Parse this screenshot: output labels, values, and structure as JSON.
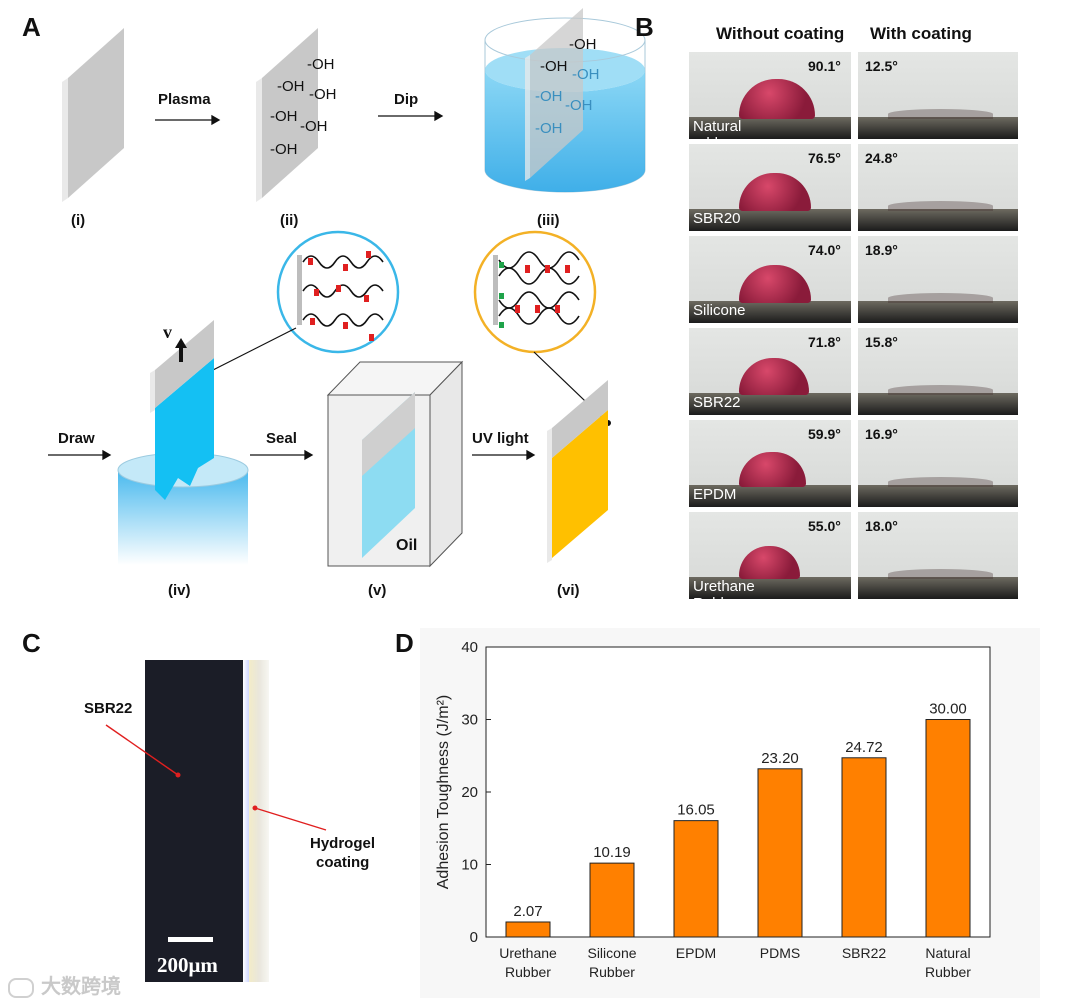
{
  "panels": {
    "a": "A",
    "b": "B",
    "c": "C",
    "d": "D"
  },
  "panel_a": {
    "steps": [
      "(i)",
      "(ii)",
      "(iii)",
      "(iv)",
      "(v)",
      "(vi)"
    ],
    "arrows": [
      "Plasma",
      "Dip",
      "Draw",
      "Seal",
      "UV light"
    ],
    "hydroxyl": "-OH",
    "velocity": "v",
    "oil": "Oil",
    "colors": {
      "plate": "#c8c8c8",
      "water": "#3fb6ea",
      "hydrogel": "#1ec0f2",
      "cured": "#ffc000",
      "oil_box": "#8ddcf2"
    }
  },
  "panel_b": {
    "col_without": "Without coating",
    "col_with": "With coating",
    "rows": [
      {
        "material": "Natural rubber",
        "without": "90.1°",
        "with": "12.5°"
      },
      {
        "material": "SBR20",
        "without": "76.5°",
        "with": "24.8°"
      },
      {
        "material": "Silicone",
        "without": "74.0°",
        "with": "18.9°"
      },
      {
        "material": "SBR22",
        "without": "71.8°",
        "with": "15.8°"
      },
      {
        "material": "EPDM",
        "without": "59.9°",
        "with": "16.9°"
      },
      {
        "material": "Urethane Rubber",
        "without": "55.0°",
        "with": "18.0°"
      }
    ]
  },
  "panel_c": {
    "sample": "SBR22",
    "coating_line1": "Hydrogel",
    "coating_line2": "coating",
    "scale": "200μm"
  },
  "watermark": "大数跨境",
  "chart_data": {
    "type": "bar",
    "categories": [
      [
        "Urethane",
        "Rubber"
      ],
      [
        "Silicone",
        "Rubber"
      ],
      [
        "EPDM"
      ],
      [
        "PDMS"
      ],
      [
        "SBR22"
      ],
      [
        "Natural",
        "Rubber"
      ]
    ],
    "values": [
      2.07,
      10.19,
      16.05,
      23.2,
      24.72,
      30.0
    ],
    "value_labels": [
      "2.07",
      "10.19",
      "16.05",
      "23.20",
      "24.72",
      "30.00"
    ],
    "ylabel": "Adhesion Toughness (J/m²)",
    "ylim": [
      0,
      40
    ],
    "yticks": [
      "0",
      "10",
      "20",
      "30",
      "40"
    ],
    "bar_color": "#ff8000",
    "grid": false
  }
}
